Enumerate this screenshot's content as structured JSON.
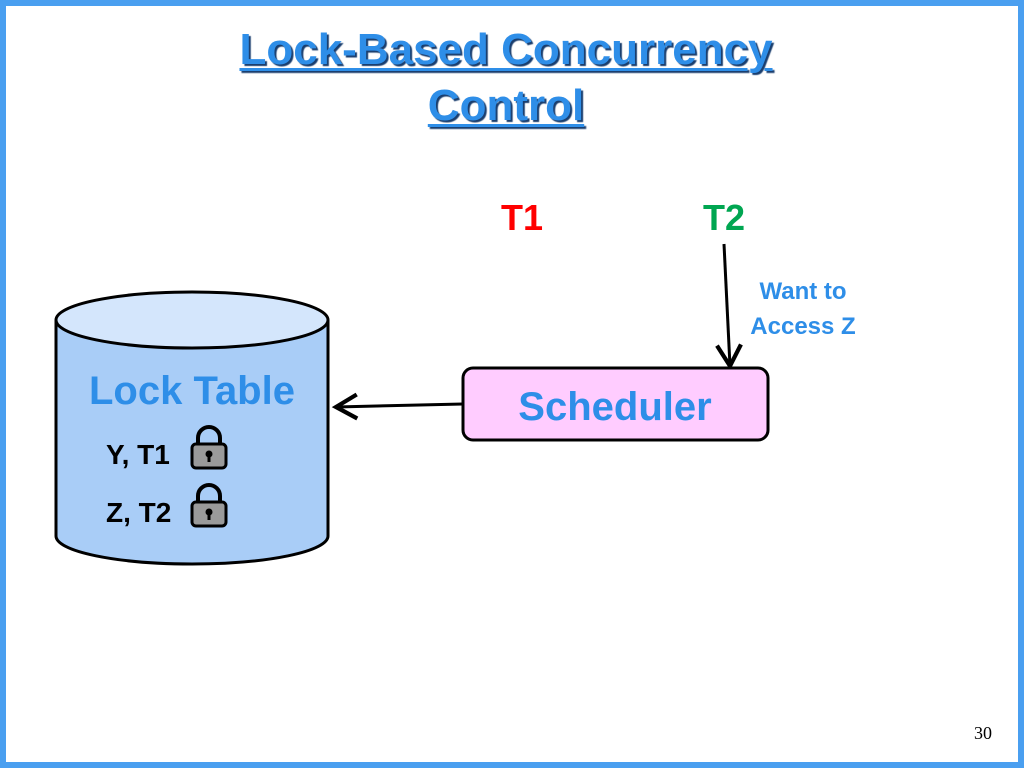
{
  "title": {
    "line1": "Lock-Based Concurrency",
    "line2": "Control"
  },
  "transactions": [
    {
      "label": "T1",
      "color": "#ff0000"
    },
    {
      "label": "T2",
      "color": "#00a651"
    }
  ],
  "request_note": {
    "line1": "Want to",
    "line2": "Access Z"
  },
  "scheduler": {
    "label": "Scheduler"
  },
  "lock_table": {
    "label": "Lock Table",
    "entries": [
      {
        "text": "Y, T1",
        "icon": "padlock-icon"
      },
      {
        "text": "Z, T2",
        "icon": "padlock-icon"
      }
    ]
  },
  "colors": {
    "accent": "#2e8ee8",
    "border": "#4a9ff0",
    "cylinder_fill": "#a9cdf7",
    "scheduler_fill": "#ffccff"
  },
  "slide_number": "30"
}
